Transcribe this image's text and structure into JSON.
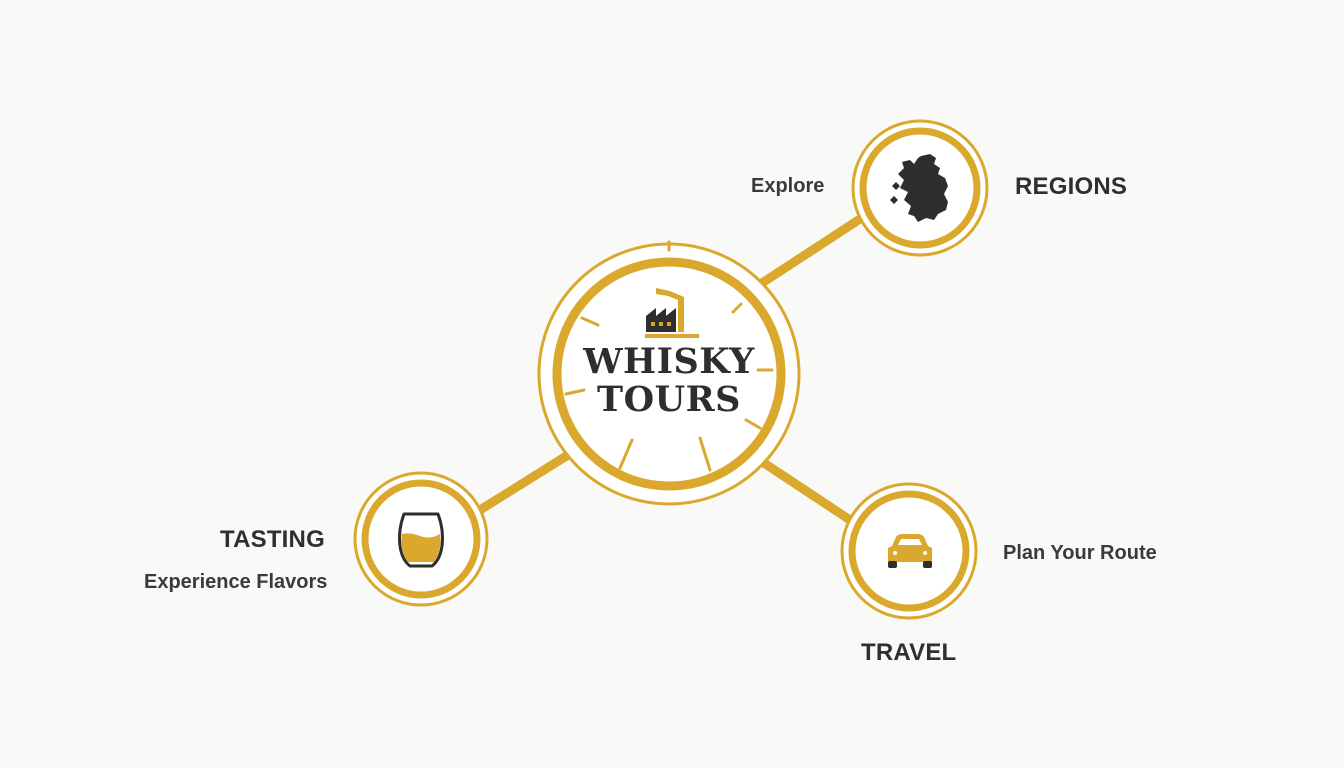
{
  "center": {
    "title_line1": "WHISKY",
    "title_line2": "TOURS",
    "icon": "distillery-icon"
  },
  "nodes": {
    "regions": {
      "title": "REGIONS",
      "subtitle": "Explore",
      "icon": "scotland-map-icon"
    },
    "tasting": {
      "title": "TASTING",
      "subtitle": "Experience Flavors",
      "icon": "whisky-glass-icon"
    },
    "travel": {
      "title": "TRAVEL",
      "subtitle": "Plan Your Route",
      "icon": "car-icon"
    }
  },
  "colors": {
    "accent": "#d9a82c",
    "dark": "#2e2e2e",
    "background": "#f9f9f8"
  }
}
